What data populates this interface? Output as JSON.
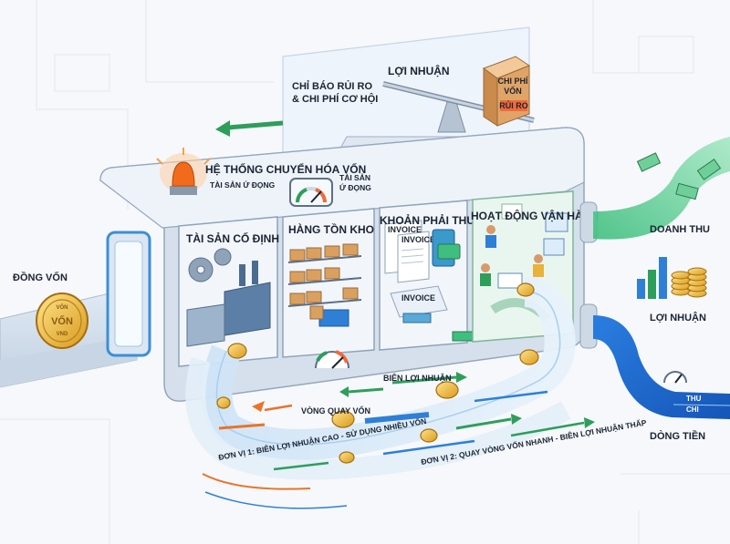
{
  "machine": {
    "title": "HỆ THỐNG CHUYỂN HÓA VỐN",
    "idle_assets": "TÀI SẢN Ứ ĐỌNG",
    "idle_assets_gauge": [
      "TÀI SẢN",
      "Ứ ĐỌNG"
    ]
  },
  "compartments": [
    {
      "label": "TÀI SẢN CỐ ĐỊNH"
    },
    {
      "label": "HÀNG TỒN KHO"
    },
    {
      "label": "KHOẢN PHẢI THU"
    },
    {
      "label": "HOẠT ĐỘNG VẬN HÀNH"
    }
  ],
  "invoice_text": [
    "INVOICE",
    "INVOICE",
    "INVOICE"
  ],
  "top": {
    "risk_indicator": [
      "CHỈ BÁO RỦI RO",
      "& CHI PHÍ CƠ HỘI"
    ],
    "profit": "LỢI NHUẬN",
    "box_label": [
      "CHI PHÍ",
      "VỐN"
    ],
    "box_risk": "RỦI RO"
  },
  "left": {
    "capital": "ĐỒNG VỐN",
    "coin_top": "VỐN",
    "coin_mid": "VỐN",
    "coin_bottom": "VND"
  },
  "right": {
    "revenue": "DOANH THU",
    "profit": "LỢI NHUẬN",
    "cash_flow": "DÒNG TIỀN",
    "pipe_in": "THU",
    "pipe_out": "CHI"
  },
  "flow": {
    "turnover": "VÒNG QUAY VỐN",
    "profit_margin": "BIÊN LỢI NHUẬN",
    "unit1": "ĐƠN VỊ 1: BIÊN LỢI NHUẬN CAO - SỬ DỤNG NHIỀU VỐN",
    "unit2": "ĐƠN VỊ 2: QUAY VÒNG VỐN NHANH - BIÊN LỢI NHUẬN THẤP"
  },
  "colors": {
    "machine": "#e8eef6",
    "accent_blue": "#2f7fd6",
    "green": "#2e9e5b",
    "orange": "#e8742a",
    "gold": "#e9b23a",
    "light_red": "#f06a3a"
  }
}
